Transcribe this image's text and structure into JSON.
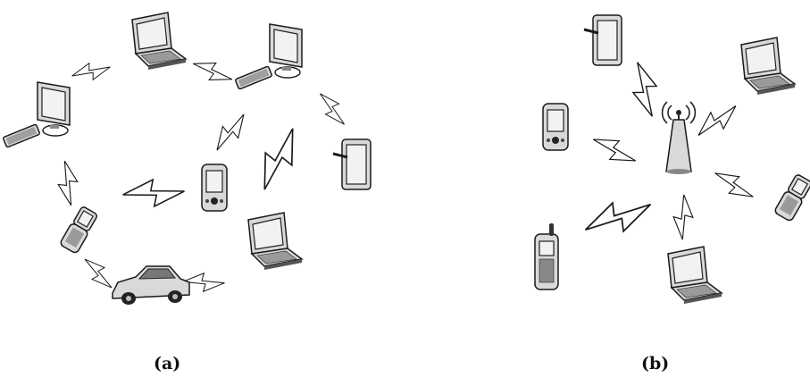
{
  "captions": {
    "a": "(a)",
    "b": "(b)"
  },
  "panel_a": {
    "devices": [
      {
        "name": "laptop",
        "icon": "laptop-icon"
      },
      {
        "name": "desktop",
        "icon": "desktop-icon"
      },
      {
        "name": "desktop",
        "icon": "desktop-icon"
      },
      {
        "name": "pda",
        "icon": "pda-icon"
      },
      {
        "name": "handheld",
        "icon": "handheld-icon"
      },
      {
        "name": "flip-phone",
        "icon": "flip-phone-icon"
      },
      {
        "name": "car",
        "icon": "car-icon"
      },
      {
        "name": "laptop",
        "icon": "laptop-icon"
      }
    ],
    "link_icon": "lightning-bolt-icon"
  },
  "panel_b": {
    "hub": {
      "name": "access-point",
      "icon": "antenna-tower-icon"
    },
    "devices": [
      {
        "name": "handheld",
        "icon": "handheld-icon"
      },
      {
        "name": "laptop",
        "icon": "laptop-icon"
      },
      {
        "name": "pda",
        "icon": "pda-icon"
      },
      {
        "name": "flip-phone",
        "icon": "flip-phone-icon"
      },
      {
        "name": "mobile-phone",
        "icon": "mobile-phone-icon"
      },
      {
        "name": "laptop",
        "icon": "laptop-icon"
      }
    ],
    "link_icon": "lightning-bolt-icon"
  }
}
